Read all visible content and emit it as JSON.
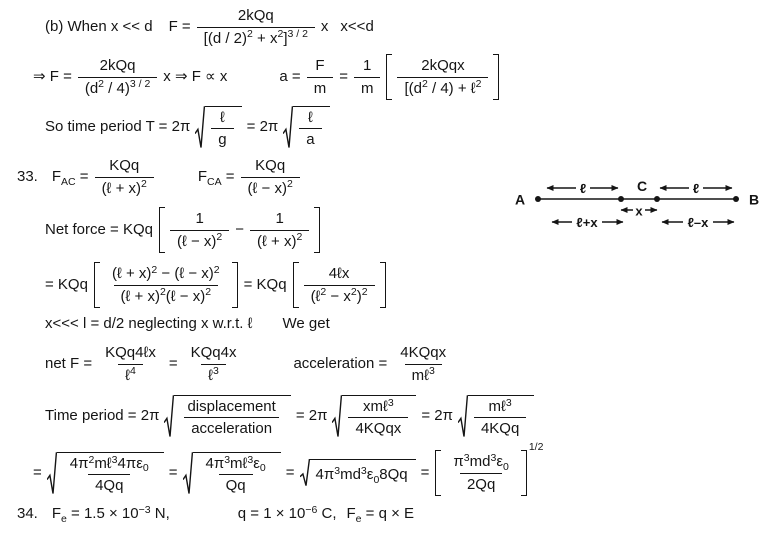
{
  "page": {
    "background": "#ffffff",
    "text_color": "#151515"
  },
  "lines": [
    {
      "name": "part-b-approx",
      "items": [
        {
          "t": "(b) When x << d"
        },
        {
          "sp": 10
        },
        {
          "t": "F ="
        },
        {
          "f": {
            "n": "2kQq",
            "d": "[(d / 2)^{2} + x^{2}]^{3 / 2}"
          }
        },
        {
          "t": "x"
        },
        {
          "sp": 6
        },
        {
          "t": "x<<d"
        }
      ]
    },
    {
      "name": "force-proportional",
      "items": [
        {
          "t": "⇒ F ="
        },
        {
          "f": {
            "n": "2kQq",
            "d": "(d^{2} / 4)^{3 / 2}"
          }
        },
        {
          "t": "x ⇒ F ∝ x"
        },
        {
          "sp": 46
        },
        {
          "t": "a ="
        },
        {
          "f": {
            "n": "F",
            "d": "m"
          }
        },
        {
          "t": "="
        },
        {
          "f": {
            "n": "1",
            "d": "m"
          }
        },
        {
          "b": [
            {
              "f": {
                "n": "2kQqx",
                "d": "[(d^{2} / 4) + ℓ^{2}"
              }
            }
          ]
        }
      ]
    },
    {
      "name": "time-period-g",
      "items": [
        {
          "t": "So time period T = 2π"
        },
        {
          "r": [
            {
              "f": {
                "n": "ℓ",
                "d": "g"
              }
            }
          ]
        },
        {
          "t": "= 2π"
        },
        {
          "r": [
            {
              "f": {
                "n": "ℓ",
                "d": "a"
              }
            }
          ]
        }
      ]
    },
    {
      "name": "q33-forces",
      "items": [
        {
          "t": "33."
        },
        {
          "sp": 8
        },
        {
          "t": "F_{AC} ="
        },
        {
          "f": {
            "n": "KQq",
            "d": "(ℓ + x)^{2}"
          }
        },
        {
          "sp": 38
        },
        {
          "t": "F_{CA} ="
        },
        {
          "f": {
            "n": "KQq",
            "d": "(ℓ − x)^{2}"
          }
        }
      ]
    },
    {
      "name": "net-force",
      "items": [
        {
          "t": "Net force = KQq"
        },
        {
          "b": [
            {
              "f": {
                "n": "1",
                "d": "(ℓ − x)^{2}"
              }
            },
            {
              "t": "−"
            },
            {
              "f": {
                "n": "1",
                "d": "(ℓ + x)^{2}"
              }
            }
          ]
        }
      ]
    },
    {
      "name": "net-force-simplified",
      "items": [
        {
          "t": "= KQq"
        },
        {
          "b": [
            {
              "f": {
                "n": "(ℓ + x)^{2} − (ℓ − x)^{2}",
                "d": "(ℓ + x)^{2}(ℓ − x)^{2}"
              }
            }
          ]
        },
        {
          "t": "= KQq"
        },
        {
          "b": [
            {
              "f": {
                "n": "4ℓx",
                "d": "(ℓ^{2} − x^{2})^{2}"
              }
            }
          ]
        }
      ]
    },
    {
      "name": "neglecting-note",
      "items": [
        {
          "t": "x<<< l = d/2 neglecting x w.r.t. ℓ"
        },
        {
          "sp": 24
        },
        {
          "t": "We get"
        }
      ]
    },
    {
      "name": "net-f-acceleration",
      "items": [
        {
          "t": "net F ="
        },
        {
          "f": {
            "n": "KQq4ℓx",
            "d": "ℓ^{4}"
          }
        },
        {
          "t": "="
        },
        {
          "f": {
            "n": "KQq4x",
            "d": "ℓ^{3}"
          }
        },
        {
          "sp": 44
        },
        {
          "t": "acceleration ="
        },
        {
          "f": {
            "n": "4KQqx",
            "d": "mℓ^{3}"
          }
        }
      ]
    },
    {
      "name": "time-period-displacement",
      "items": [
        {
          "t": "Time period = 2π"
        },
        {
          "r": [
            {
              "f": {
                "n": "displacement",
                "d": "acceleration"
              }
            }
          ]
        },
        {
          "t": "= 2π"
        },
        {
          "r": [
            {
              "f": {
                "n": "xmℓ^{3}",
                "d": "4KQqx"
              }
            }
          ]
        },
        {
          "t": "= 2π"
        },
        {
          "r": [
            {
              "f": {
                "n": "mℓ^{3}",
                "d": "4KQq"
              }
            }
          ]
        }
      ]
    },
    {
      "name": "time-period-final",
      "items": [
        {
          "t": "="
        },
        {
          "r": [
            {
              "f": {
                "n": "4π^{2}mℓ^{3}4πε_{0}",
                "d": "4Qq"
              }
            }
          ]
        },
        {
          "t": "="
        },
        {
          "r": [
            {
              "f": {
                "n": "4π^{3}mℓ^{3}ε_{0}",
                "d": "Qq"
              }
            }
          ]
        },
        {
          "t": "="
        },
        {
          "r": [
            {
              "t": "4π^{3}md^{3}ε_{0}8Qq"
            }
          ]
        },
        {
          "t": "="
        },
        {
          "b": [
            {
              "f": {
                "n": "π^{3}md^{3}ε_{0}",
                "d": "2Qq"
              }
            }
          ],
          "sup": "1/2"
        }
      ]
    },
    {
      "name": "q34-given",
      "items": [
        {
          "t": "34."
        },
        {
          "sp": 8
        },
        {
          "t": "F_{e} = 1.5 × 10^{−3} N,"
        },
        {
          "sp": 62
        },
        {
          "t": "q = 1 × 10^{−6} C,"
        },
        {
          "sp": 4
        },
        {
          "t": "F_{e} = q × E"
        }
      ]
    }
  ],
  "diagram": {
    "a": "A",
    "b": "B",
    "c": "C",
    "len_left": "ℓ",
    "len_right": "ℓ",
    "x": "x",
    "len_plus": "ℓ+x",
    "len_minus": "ℓ–x"
  }
}
